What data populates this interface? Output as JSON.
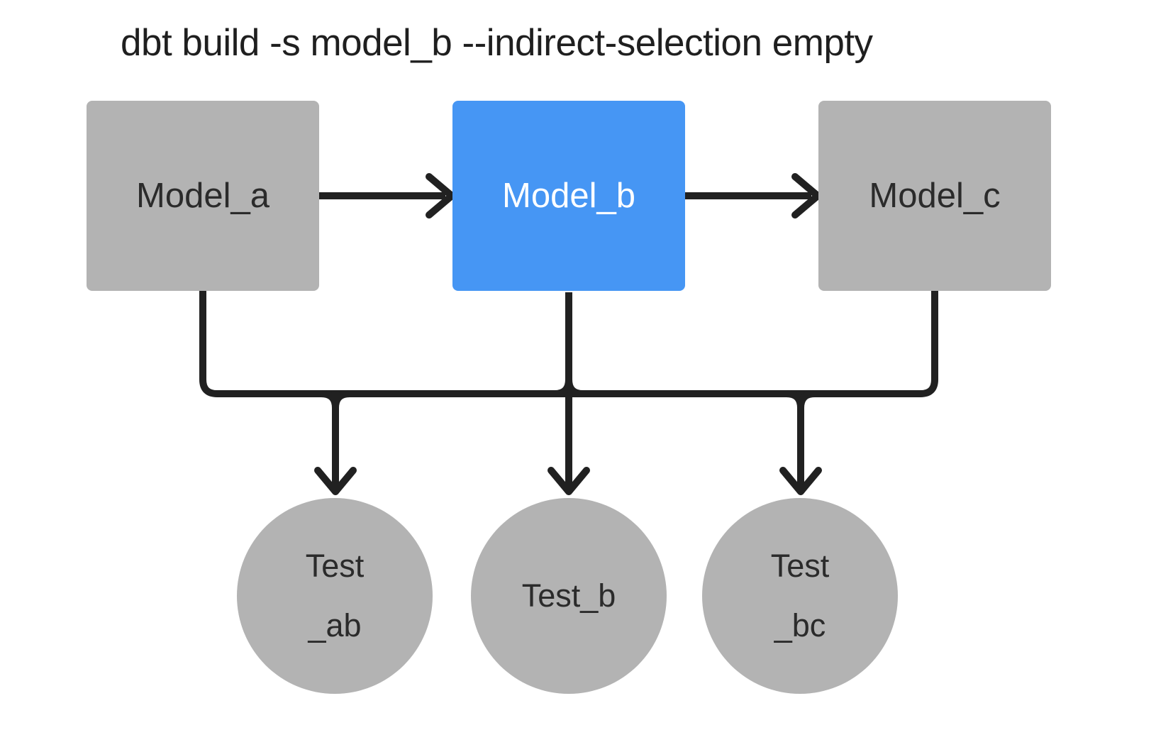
{
  "title": "dbt build -s model_b --indirect-selection empty",
  "colors": {
    "background": "#ffffff",
    "selected_node": "#4696f4",
    "unselected_node": "#b3b3b3",
    "edge_line": "#212121",
    "node_text_dark": "#2b2b2b",
    "node_text_light": "#ffffff"
  },
  "models": [
    {
      "id": "model_a",
      "label": "Model_a",
      "selected": false
    },
    {
      "id": "model_b",
      "label": "Model_b",
      "selected": true
    },
    {
      "id": "model_c",
      "label": "Model_c",
      "selected": false
    }
  ],
  "tests": [
    {
      "id": "test_ab",
      "line1": "Test",
      "line2": "_ab"
    },
    {
      "id": "test_b",
      "line1": "Test_b"
    },
    {
      "id": "test_bc",
      "line1": "Test",
      "line2": "_bc"
    }
  ],
  "edges": [
    {
      "from": "model_a",
      "to": "model_b",
      "type": "model-dependency-arrow"
    },
    {
      "from": "model_b",
      "to": "model_c",
      "type": "model-dependency-arrow"
    },
    {
      "from": "model_a",
      "to": "test_ab",
      "type": "test-dependency"
    },
    {
      "from": "model_b",
      "to": "test_ab",
      "type": "test-dependency"
    },
    {
      "from": "model_b",
      "to": "test_b",
      "type": "test-dependency"
    },
    {
      "from": "model_b",
      "to": "test_bc",
      "type": "test-dependency"
    },
    {
      "from": "model_c",
      "to": "test_bc",
      "type": "test-dependency"
    }
  ]
}
